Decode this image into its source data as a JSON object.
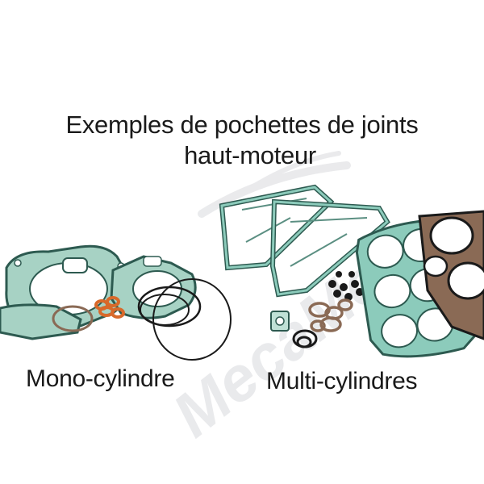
{
  "title": {
    "line1": "Exemples de pochettes de joints",
    "line2": "haut-moteur"
  },
  "captions": {
    "mono": "Mono-cylindre",
    "multi": "Multi-cylindres"
  },
  "watermark": {
    "text": "MecaMoto",
    "color": "#d9dade"
  },
  "colors": {
    "gasket_green": "#6fae9c",
    "gasket_dark": "#2d5a50",
    "orange_ring": "#d8692a",
    "head_gasket_brown": "#8a6a55"
  }
}
